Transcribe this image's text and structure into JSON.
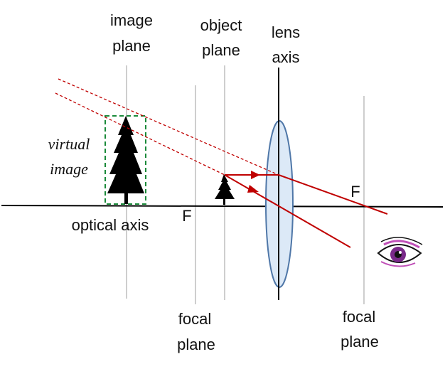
{
  "labels": {
    "image_plane_1": "image",
    "image_plane_2": "plane",
    "object_plane_1": "object",
    "object_plane_2": "plane",
    "lens_axis_1": "lens",
    "lens_axis_2": "axis",
    "virtual_1": "virtual",
    "virtual_2": "image",
    "optical_axis": "optical axis",
    "focal_left_F": "F",
    "focal_right_F": "F",
    "focal_plane_left_1": "focal",
    "focal_plane_left_2": "plane",
    "focal_plane_right_1": "focal",
    "focal_plane_right_2": "plane"
  },
  "colors": {
    "ray": "#c00000",
    "lens_fill": "#dce9f7",
    "lens_stroke": "#4f77a8",
    "virtual_box": "#1a8a3a",
    "plane_line": "#bdbdbd",
    "axis_line": "#000000",
    "tree": "#000000"
  },
  "icons": {
    "eye": "eye-icon",
    "tree_object": "tree-icon",
    "tree_image": "tree-icon"
  }
}
